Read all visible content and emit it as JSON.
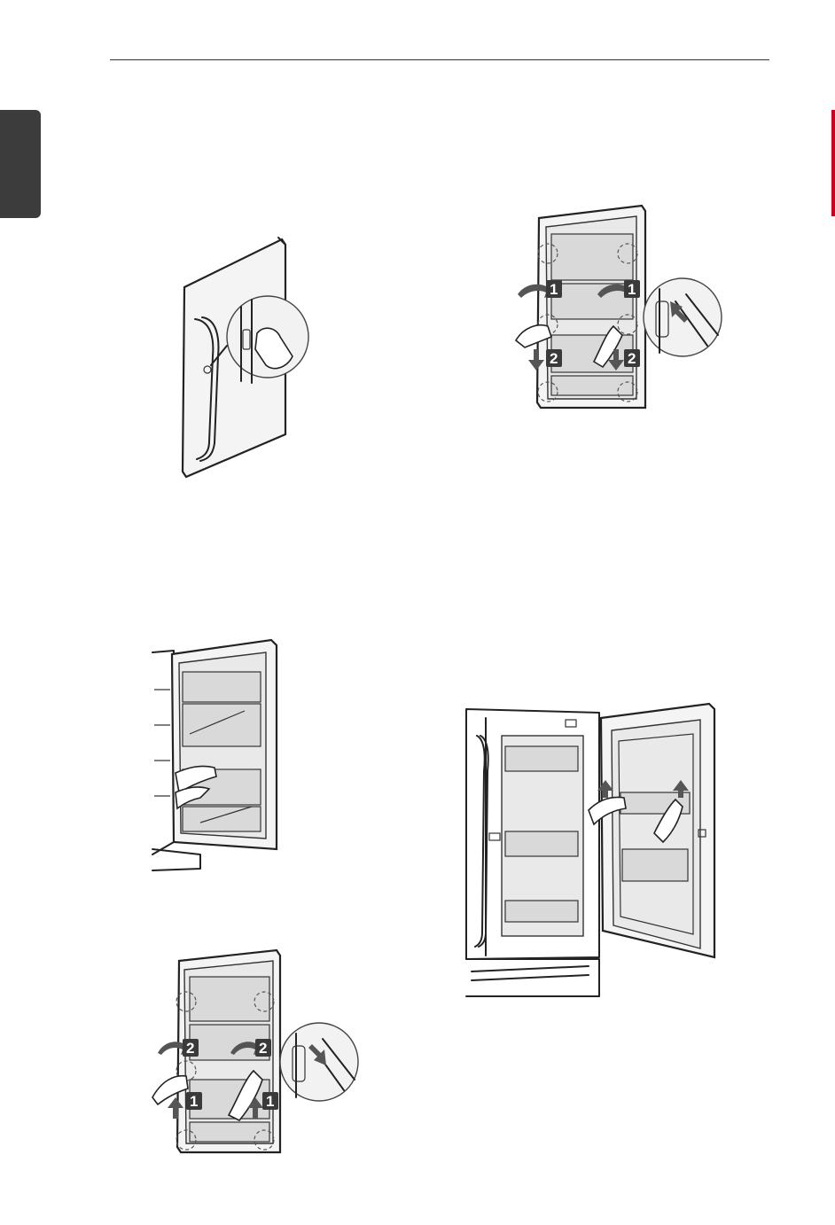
{
  "colors": {
    "accent_tab": "#3c3c3c",
    "side_marker": "#c8001e",
    "rule": "#333333"
  },
  "figures": {
    "remove_bins_step_labels": {
      "step1": "1",
      "step2": "2"
    },
    "install_bins_step_labels": {
      "step1": "1",
      "step2": "2"
    }
  }
}
